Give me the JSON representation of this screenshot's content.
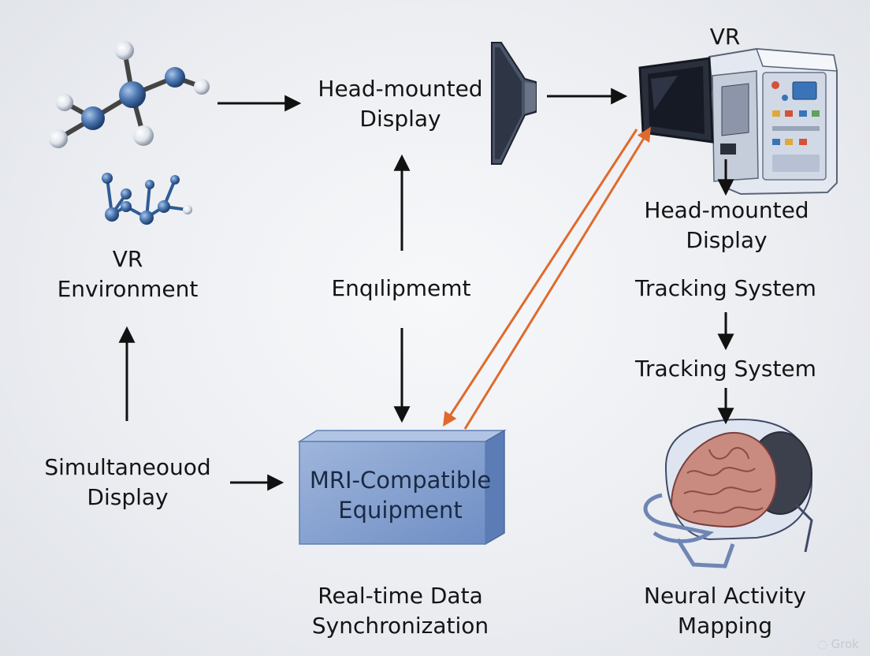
{
  "nodes": {
    "vr_environment": [
      "VR",
      "Environment"
    ],
    "head_mounted_top": [
      "Head-mounted",
      "Display"
    ],
    "vr_top_right": [
      "VR"
    ],
    "head_mounted_right": [
      "Head-mounted",
      "Display"
    ],
    "equipment": [
      "Enqılipmemt"
    ],
    "tracking_1": [
      "Tracking System"
    ],
    "tracking_2": [
      "Tracking System"
    ],
    "simultaneous": [
      "Simultaneouod",
      "Display"
    ],
    "mri_box": [
      "MRI-Compatible",
      "Equipment"
    ],
    "realtime": [
      "Real-time Data",
      "Synchronization"
    ],
    "neural": [
      "Neural Activity",
      "Mapping"
    ]
  },
  "watermark": "Grok",
  "colors": {
    "arrow": "#111111",
    "sync_arrow": "#e06a2c",
    "box_front": "#7f9ccc",
    "box_top": "#a9bde0",
    "box_side": "#5e7fb6",
    "atom": "#4a76b0"
  }
}
